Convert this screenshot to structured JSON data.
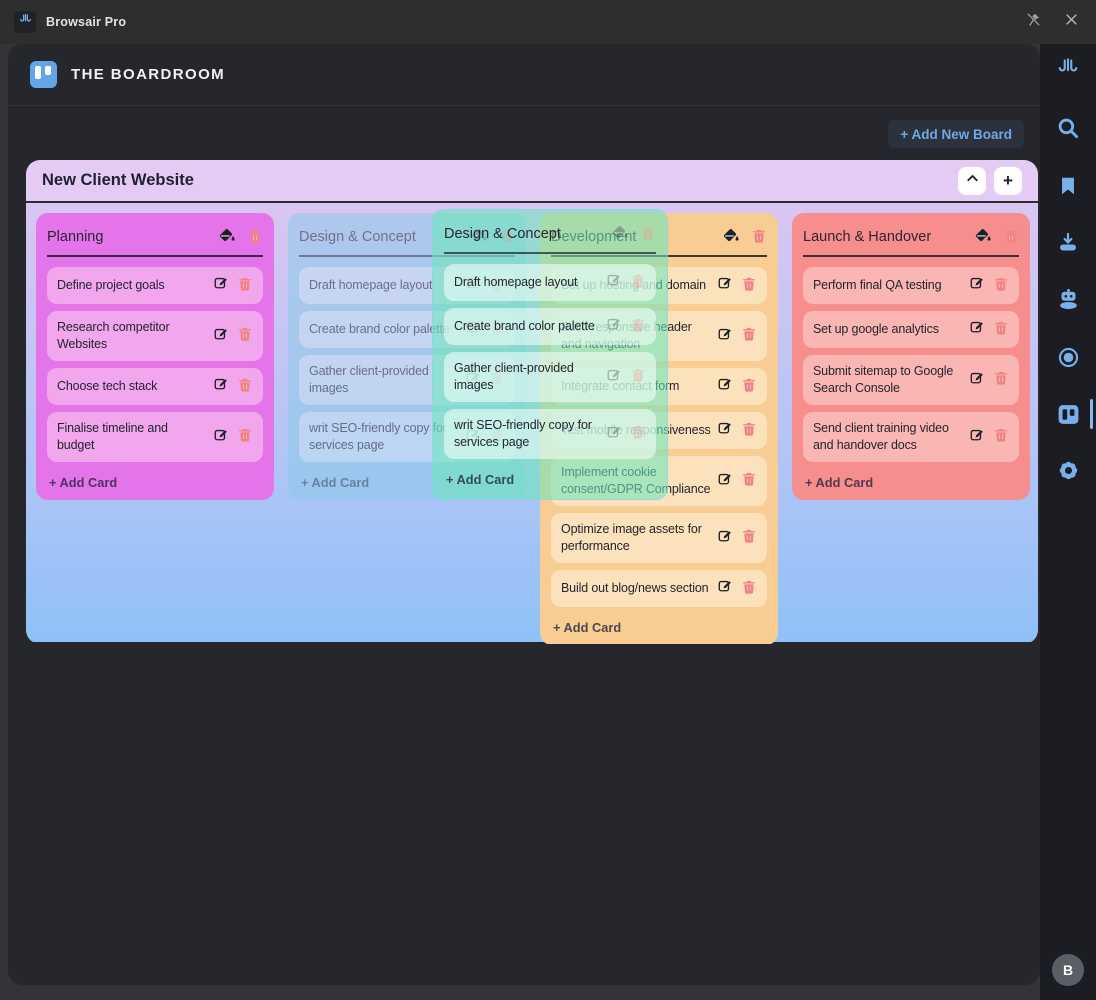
{
  "titlebar": {
    "app_name": "Browsair Pro"
  },
  "boardroom": {
    "title": "THE BOARDROOM",
    "add_board_label": "+ Add New Board"
  },
  "board": {
    "title": "New Client Website",
    "columns": [
      {
        "title": "Planning",
        "state": "normal",
        "color": "#e474e9",
        "card_color": "#f1a6ee",
        "add_card_label": "+ Add Card",
        "cards": [
          "Define project goals",
          "Research competitor Websites",
          "Choose tech stack",
          "Finalise timeline and budget"
        ]
      },
      {
        "title": "Design & Concept",
        "state": "drag-source",
        "color": "#8ccbe9",
        "card_color": "#c3e3f2",
        "add_card_label": "+ Add Card",
        "cards": [
          "Draft homepage layout",
          "Create brand color palette",
          "Gather client-provided images",
          "writ SEO-friendly copy for services page"
        ]
      },
      {
        "title": "Development",
        "state": "normal",
        "color": "#f8cd94",
        "card_color": "#fce1bd",
        "add_card_label": "+ Add Card",
        "cards": [
          "Set up hosting and domain",
          "Build responsive header and navigation",
          "Integrate contact form",
          "Test mobile responsiveness",
          "Implement cookie consent/GDPR Compliance",
          "Optimize image assets for performance",
          "Build out blog/news section"
        ]
      },
      {
        "title": "Launch & Handover",
        "state": "normal",
        "color": "#f78e8e",
        "card_color": "#fab6b2",
        "add_card_label": "+ Add Card",
        "cards": [
          "Perform final QA testing",
          "Set up google analytics",
          "Submit sitemap to Google Search Console",
          "Send client training video and handover docs"
        ]
      }
    ],
    "drag_ghost": {
      "title": "Design & Concept",
      "add_card_label": "+ Add Card",
      "cards": [
        "Draft homepage layout",
        "Create brand color palette",
        "Gather client-provided images",
        "writ SEO-friendly copy for services page"
      ]
    }
  },
  "sidebar": {
    "icons": [
      "browsair-logo-icon",
      "search-icon",
      "bookmark-icon",
      "download-icon",
      "robot-icon",
      "record-icon",
      "kanban-board-icon",
      "settings-gear-icon"
    ],
    "active_icon": "kanban-board-icon",
    "avatar_label": "B"
  },
  "colors": {
    "accent_blue": "#79b0ea",
    "danger": "#ef8484",
    "board_header": "#e3cbf4",
    "body_gradient_top": "#d9c5f2",
    "body_gradient_bottom": "#8fc1f8"
  }
}
